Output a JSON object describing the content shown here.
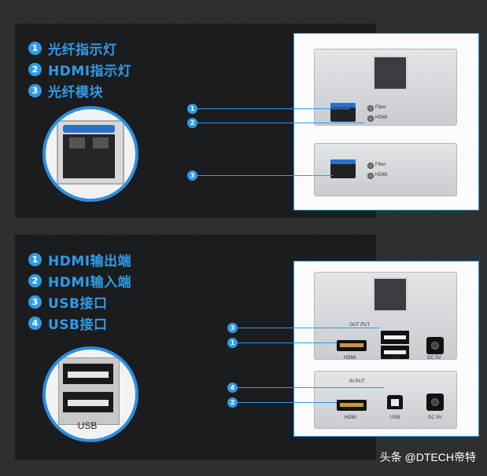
{
  "top_panel": {
    "legend": [
      {
        "num": "1",
        "text": "光纤指示灯"
      },
      {
        "num": "2",
        "text": "HDMI指示灯"
      },
      {
        "num": "3",
        "text": "光纤模块"
      }
    ],
    "callouts": [
      "1",
      "2",
      "3"
    ],
    "unit1_labels": {
      "fiber": "Fiber",
      "hdmi": "HDMI"
    },
    "unit2_labels": {
      "fiber": "Fiber",
      "hdmi": "HDMI"
    }
  },
  "bottom_panel": {
    "legend": [
      {
        "num": "1",
        "text": "HDMI输出端"
      },
      {
        "num": "2",
        "text": "HDMI输入端"
      },
      {
        "num": "3",
        "text": "USB接口"
      },
      {
        "num": "4",
        "text": "USB接口"
      }
    ],
    "callouts": [
      "3",
      "1",
      "4",
      "2"
    ],
    "zoom_label": "USB",
    "out_unit": {
      "section": "OUT PUT",
      "hdmi": "HDMI",
      "usb": "USB",
      "dc": "DC 5V"
    },
    "in_unit": {
      "section": "IN PUT",
      "hdmi": "HDMI",
      "usb": "USB",
      "dc": "DC 5V"
    }
  },
  "watermark": "头条 @DTECH帝特",
  "colors": {
    "accent": "#2f9be8",
    "panel": "#1b1c1e",
    "background": "#2e2f31"
  }
}
